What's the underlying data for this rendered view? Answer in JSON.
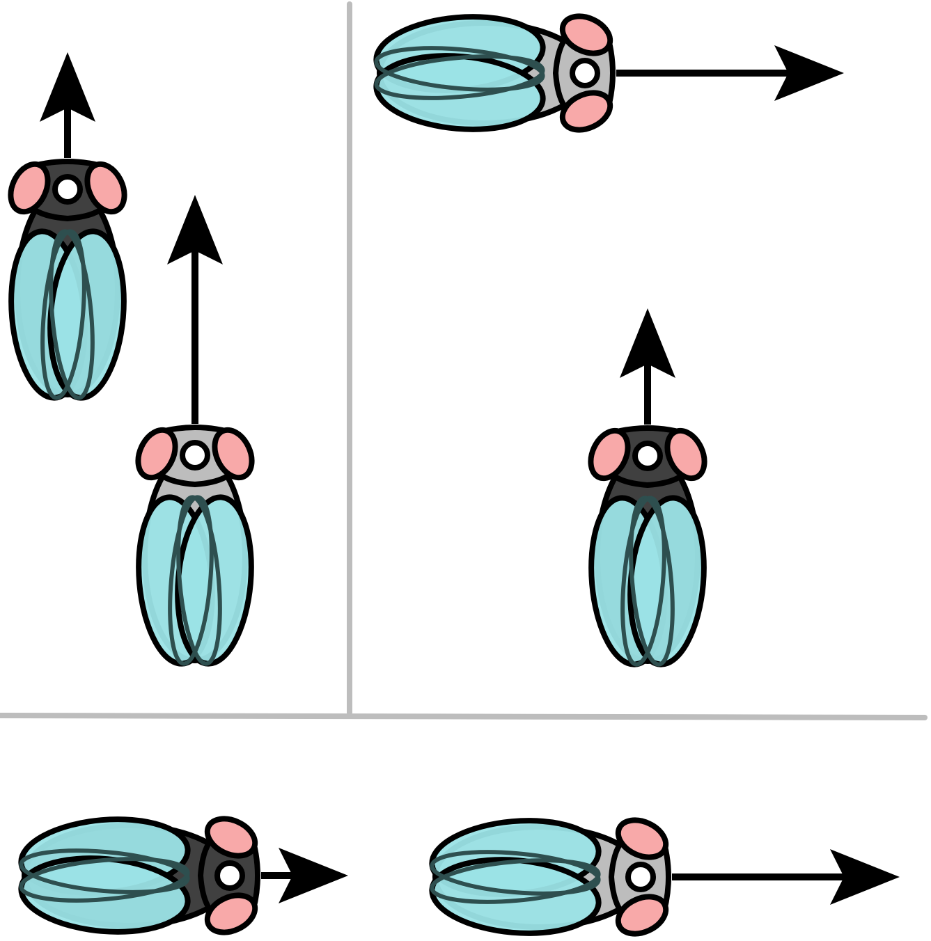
{
  "colors": {
    "background": "#ffffff",
    "divider": "#bdbdbd",
    "outline": "#000000",
    "wing": "#9be3e6",
    "wing_vein": "#2e4f4f",
    "eye": "#f8a9a9",
    "body_dark": "#404040",
    "body_light": "#bdbdbd",
    "spot": "#ffffff",
    "arrow": "#000000"
  },
  "panels": [
    {
      "name": "top-left",
      "flies": [
        {
          "name": "fly-1",
          "body": "dark",
          "heading": "up",
          "arrow_length": "short"
        },
        {
          "name": "fly-2",
          "body": "light",
          "heading": "up",
          "arrow_length": "long"
        }
      ]
    },
    {
      "name": "top-right",
      "flies": [
        {
          "name": "fly-3",
          "body": "light",
          "heading": "right",
          "arrow_length": "long"
        },
        {
          "name": "fly-4",
          "body": "dark",
          "heading": "up",
          "arrow_length": "short"
        }
      ]
    },
    {
      "name": "bottom",
      "flies": [
        {
          "name": "fly-5",
          "body": "dark",
          "heading": "right",
          "arrow_length": "short"
        },
        {
          "name": "fly-6",
          "body": "light",
          "heading": "right",
          "arrow_length": "long"
        }
      ]
    }
  ]
}
